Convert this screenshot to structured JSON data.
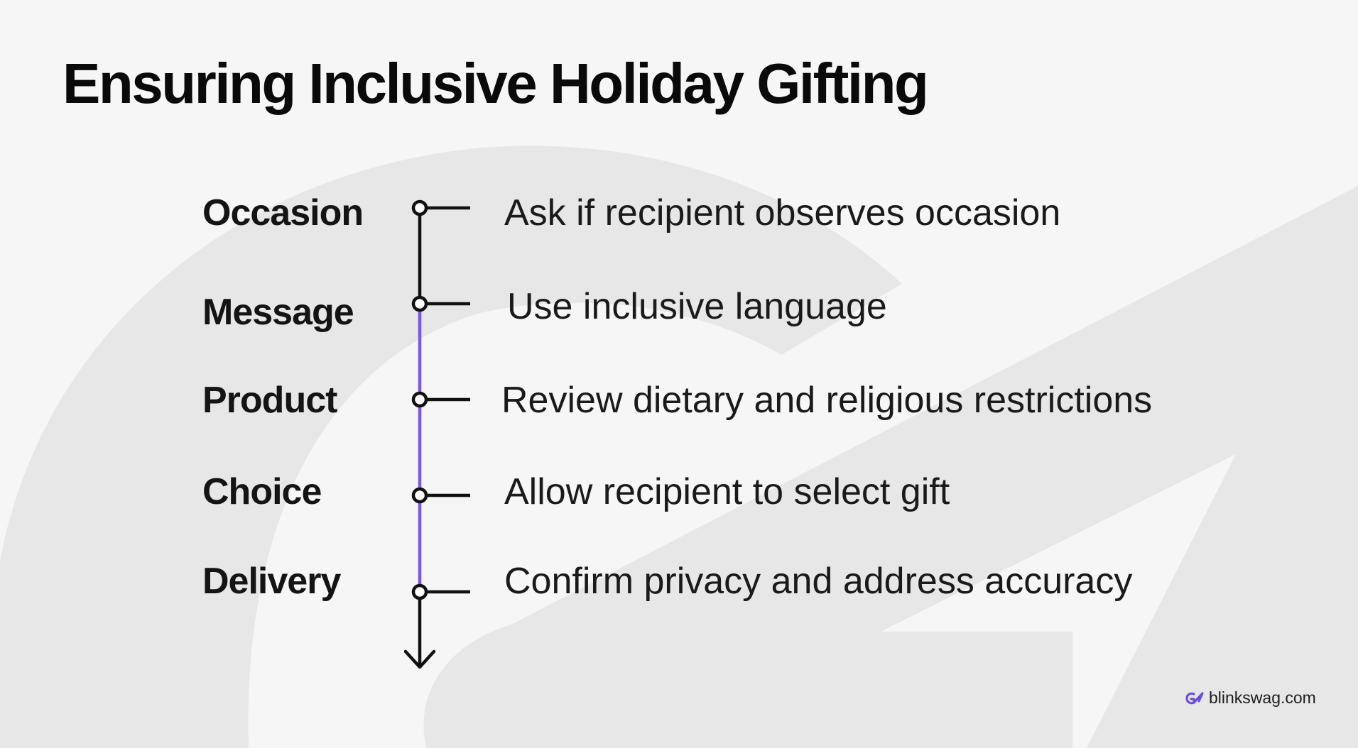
{
  "slide": {
    "title": "Ensuring Inclusive Holiday Gifting"
  },
  "steps": [
    {
      "label": "Occasion",
      "description": "Ask if recipient observes occasion"
    },
    {
      "label": "Message",
      "description": "Use inclusive language"
    },
    {
      "label": "Product",
      "description": "Review dietary and religious restrictions"
    },
    {
      "label": "Choice",
      "description": "Allow recipient to select gift"
    },
    {
      "label": "Delivery",
      "description": "Confirm privacy and address accuracy"
    }
  ],
  "brand": {
    "text": "blinkswag.com",
    "logo_icon": "blinkswag-logo-icon"
  },
  "colors": {
    "background": "#f6f6f6",
    "watermark": "#e7e7e7",
    "timeline_dark": "#111111",
    "timeline_accent": "#7b57e8",
    "brand_accent": "#6c4ce0"
  }
}
